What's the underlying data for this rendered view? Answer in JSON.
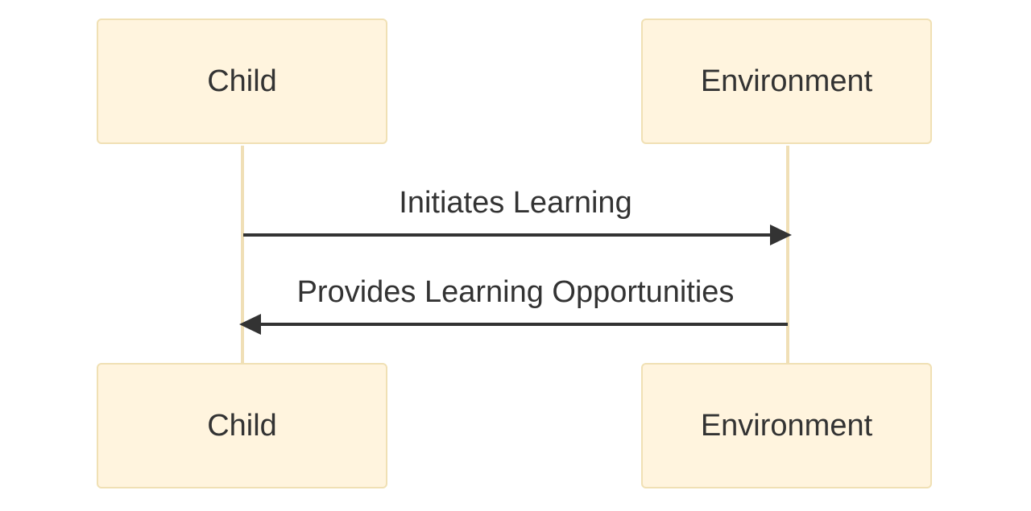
{
  "diagram": {
    "type": "sequence",
    "participants": [
      {
        "id": "child",
        "label": "Child"
      },
      {
        "id": "environment",
        "label": "Environment"
      }
    ],
    "messages": [
      {
        "from": "child",
        "to": "environment",
        "label": "Initiates Learning"
      },
      {
        "from": "environment",
        "to": "child",
        "label": "Provides Learning Opportunities"
      }
    ]
  },
  "colors": {
    "box_fill": "#fff4de",
    "box_border": "#f0e0b4",
    "lifeline": "#f0dfb6",
    "arrow": "#333333",
    "text": "#333333"
  }
}
